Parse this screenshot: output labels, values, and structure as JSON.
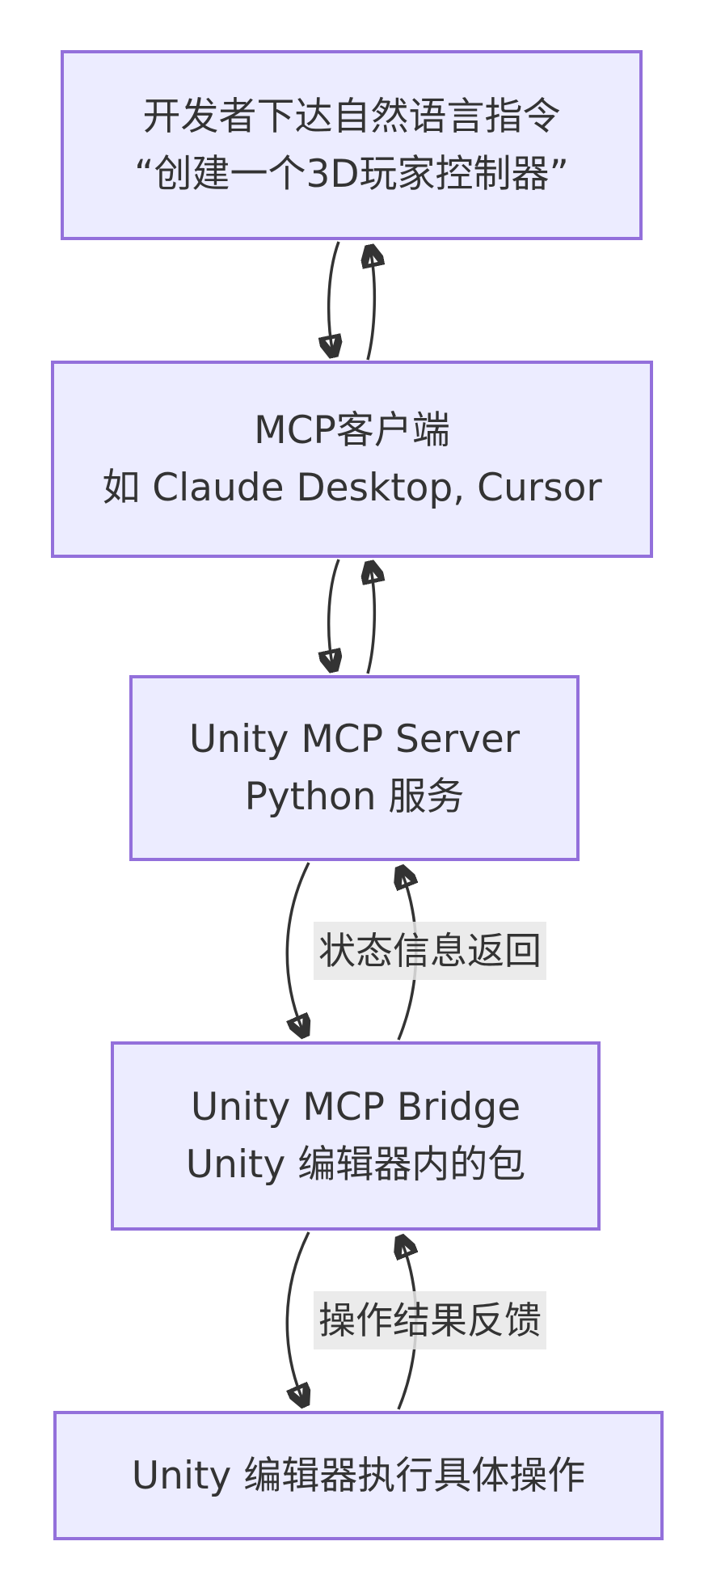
{
  "diagram": {
    "type": "flowchart-vertical",
    "nodes": [
      {
        "id": "developer-instruction",
        "lines": [
          "开发者下达自然语言指令",
          "“创建一个3D玩家控制器”"
        ]
      },
      {
        "id": "mcp-client",
        "lines": [
          "MCP客户端",
          "如 Claude Desktop, Cursor"
        ]
      },
      {
        "id": "unity-mcp-server",
        "lines": [
          "Unity MCP Server",
          "Python 服务"
        ]
      },
      {
        "id": "unity-mcp-bridge",
        "lines": [
          "Unity MCP Bridge",
          "Unity 编辑器内的包"
        ]
      },
      {
        "id": "unity-editor",
        "lines": [
          "Unity 编辑器执行具体操作"
        ]
      }
    ],
    "edges": [
      {
        "from": "developer-instruction",
        "to": "mcp-client",
        "bidirectional": true,
        "label": ""
      },
      {
        "from": "mcp-client",
        "to": "unity-mcp-server",
        "bidirectional": true,
        "label": ""
      },
      {
        "from": "unity-mcp-server",
        "to": "unity-mcp-bridge",
        "bidirectional": true,
        "label": "状态信息返回"
      },
      {
        "from": "unity-mcp-bridge",
        "to": "unity-editor",
        "bidirectional": true,
        "label": "操作结果反馈"
      }
    ],
    "colors": {
      "node_fill": "#ECECFF",
      "node_border": "#9370DB",
      "arrow": "#333333",
      "edge_label_bg": "#e8e8e8",
      "text": "#333333",
      "background": "#ffffff"
    }
  }
}
